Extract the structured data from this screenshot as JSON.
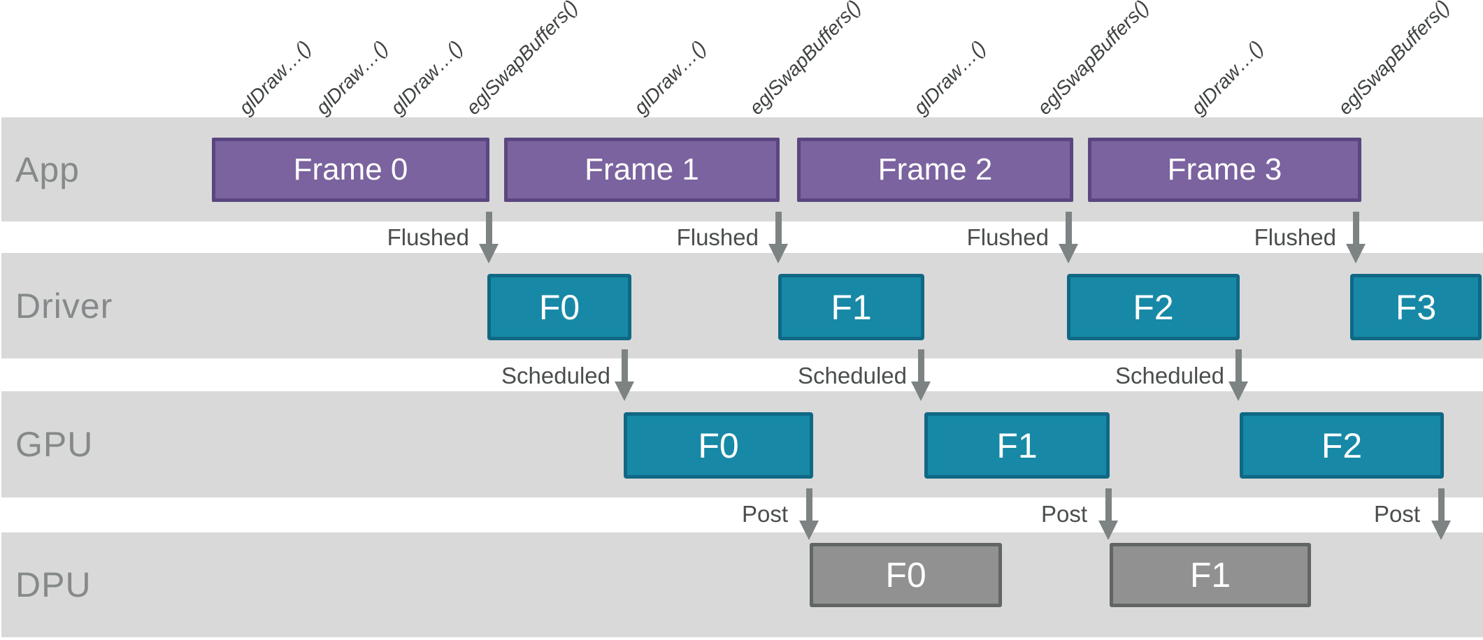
{
  "lanes": {
    "app": "App",
    "driver": "Driver",
    "gpu": "GPU",
    "dpu": "DPU"
  },
  "api_calls": {
    "c0": "glDraw…()",
    "c1": "glDraw…()",
    "c2": "glDraw…()",
    "c3": "eglSwapBuffers()",
    "c4": "glDraw…()",
    "c5": "eglSwapBuffers()",
    "c6": "glDraw…()",
    "c7": "eglSwapBuffers()",
    "c8": "glDraw…()",
    "c9": "eglSwapBuffers()"
  },
  "frames": {
    "f0": "Frame 0",
    "f1": "Frame 1",
    "f2": "Frame 2",
    "f3": "Frame 3"
  },
  "driver_boxes": {
    "f0": "F0",
    "f1": "F1",
    "f2": "F2",
    "f3": "F3"
  },
  "gpu_boxes": {
    "f0": "F0",
    "f1": "F1",
    "f2": "F2"
  },
  "dpu_boxes": {
    "f0": "F0",
    "f1": "F1"
  },
  "arrow_labels": {
    "flushed": "Flushed",
    "scheduled": "Scheduled",
    "post": "Post"
  },
  "colors": {
    "lane_bg": "#d9d9d9",
    "lane_label": "#85898a",
    "frame_fill": "#7a639e",
    "frame_border": "#5a4680",
    "driver_fill": "#1789a6",
    "driver_border": "#0f6885",
    "dpu_fill": "#919191",
    "dpu_border": "#616566",
    "arrow": "#7d8283",
    "arrow_label_text": "#4a4d4e",
    "api_call_text": "#3e4142",
    "box_text": "#ffffff"
  }
}
